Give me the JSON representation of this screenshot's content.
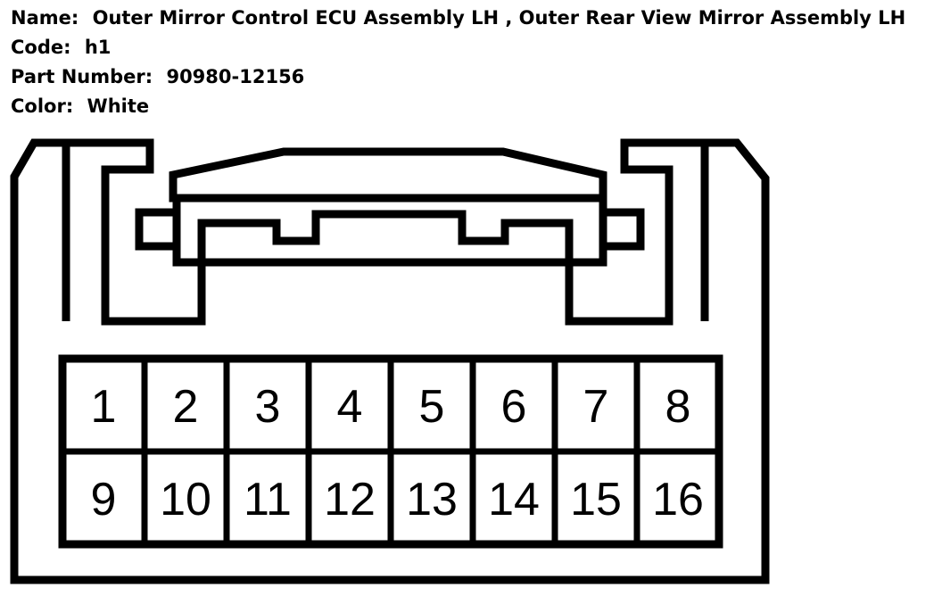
{
  "header": {
    "name_label": "Name:",
    "name_value": "Outer Mirror Control ECU Assembly LH , Outer Rear View Mirror Assembly LH",
    "code_label": "Code:",
    "code_value": "h1",
    "part_label": "Part Number:",
    "part_value": "90980-12156",
    "color_label": "Color:",
    "color_value": "White"
  },
  "connector": {
    "pins_row1": [
      "1",
      "2",
      "3",
      "4",
      "5",
      "6",
      "7",
      "8"
    ],
    "pins_row2": [
      "9",
      "10",
      "11",
      "12",
      "13",
      "14",
      "15",
      "16"
    ],
    "stroke_color": "#000000",
    "fill_color": "#ffffff"
  }
}
